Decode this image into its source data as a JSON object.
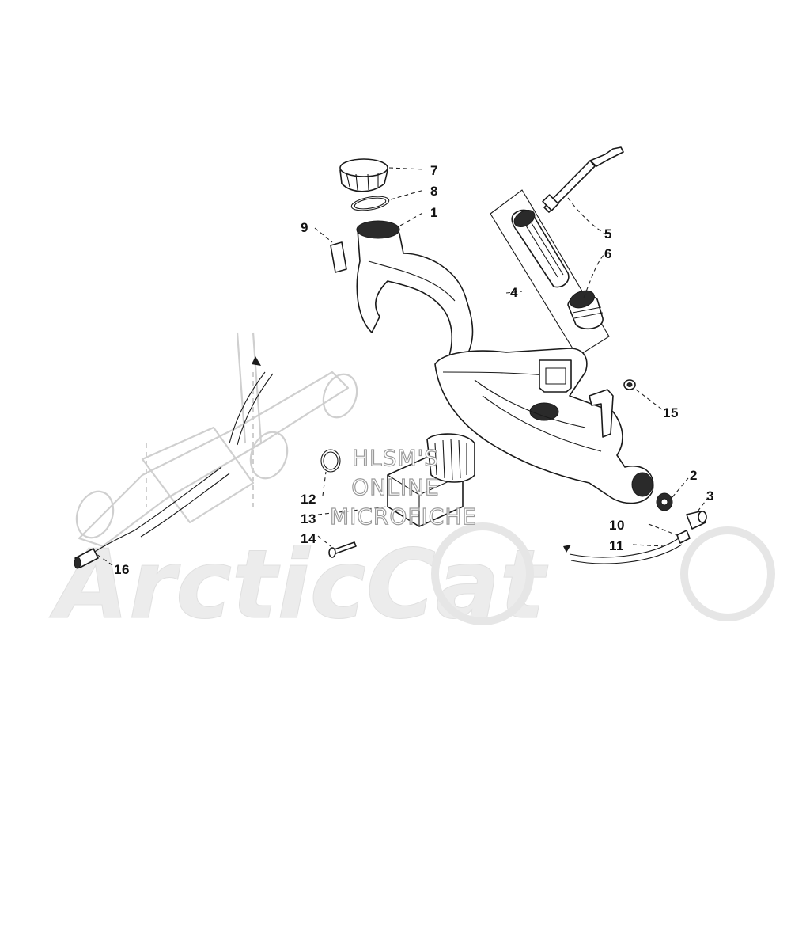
{
  "diagram": {
    "callouts": [
      {
        "id": "7",
        "text": "7"
      },
      {
        "id": "8",
        "text": "8"
      },
      {
        "id": "1",
        "text": "1"
      },
      {
        "id": "9",
        "text": "9"
      },
      {
        "id": "5",
        "text": "5"
      },
      {
        "id": "6",
        "text": "6"
      },
      {
        "id": "4",
        "text": "4"
      },
      {
        "id": "15",
        "text": "15"
      },
      {
        "id": "2",
        "text": "2"
      },
      {
        "id": "3",
        "text": "3"
      },
      {
        "id": "10",
        "text": "10"
      },
      {
        "id": "11",
        "text": "11"
      },
      {
        "id": "12",
        "text": "12"
      },
      {
        "id": "13",
        "text": "13"
      },
      {
        "id": "14",
        "text": "14"
      },
      {
        "id": "16",
        "text": "16"
      }
    ]
  },
  "watermark": {
    "line1": "HLSM'S",
    "line2": "ONLINE",
    "line3": "MICROFICHE",
    "brand": "ArcticCat"
  },
  "colors": {
    "ink": "#1a1a1a",
    "watermark_outline": "#9a9a9a",
    "background_brand": "#ececec"
  }
}
